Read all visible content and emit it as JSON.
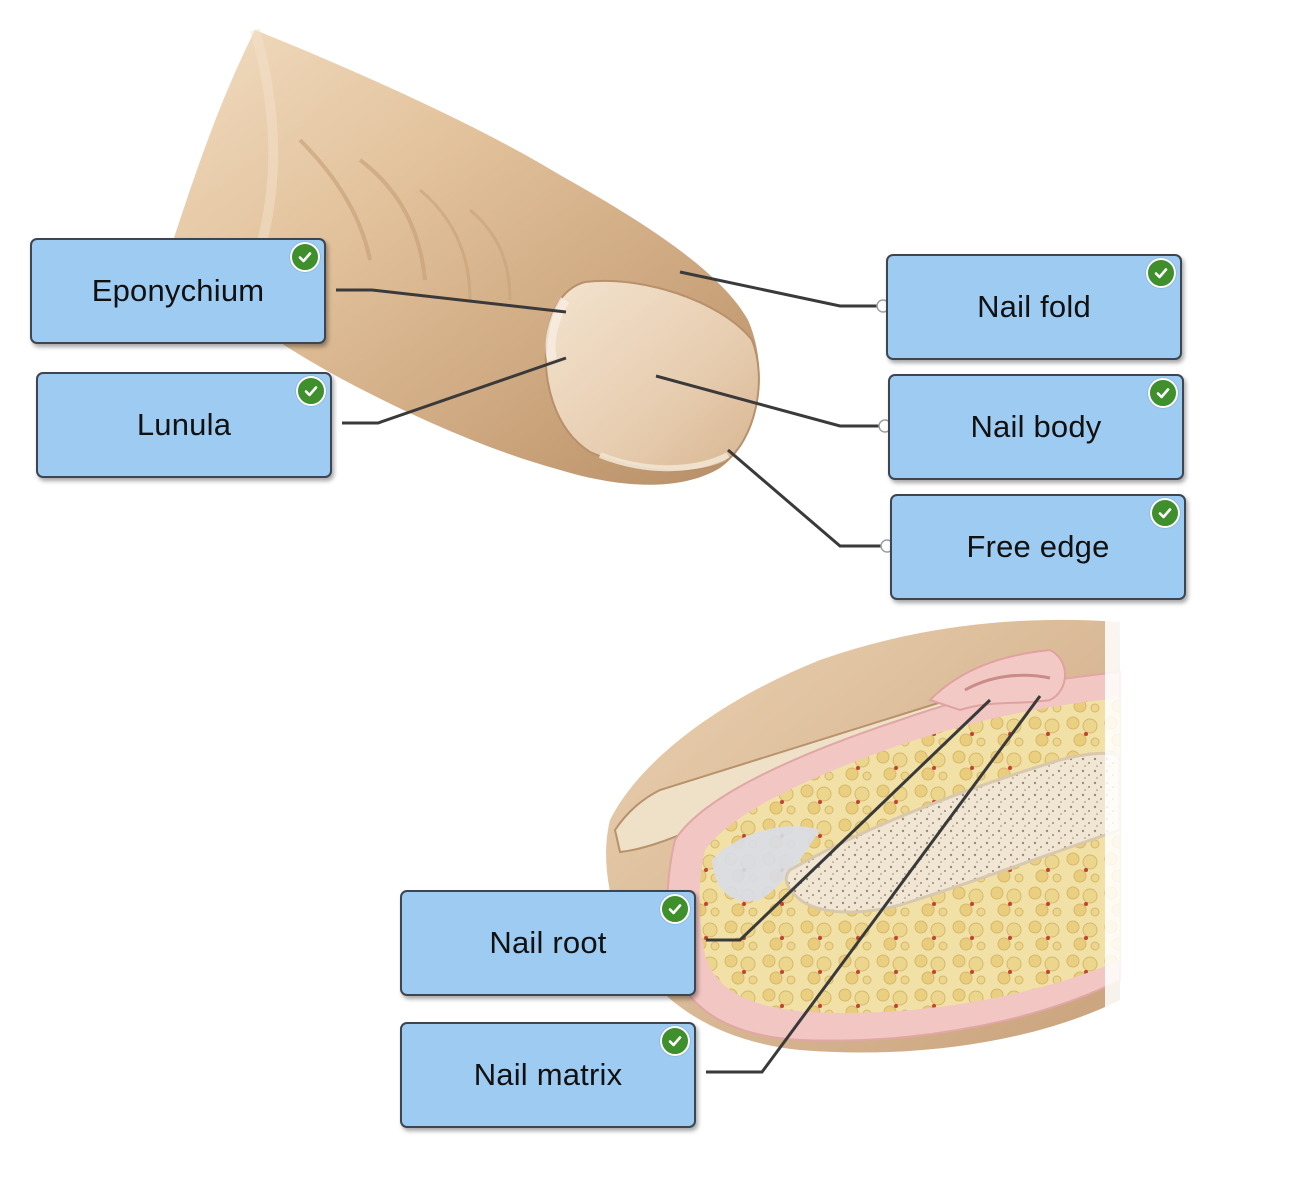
{
  "labels": {
    "eponychium": "Eponychium",
    "lunula": "Lunula",
    "nail_fold": "Nail fold",
    "nail_body": "Nail body",
    "free_edge": "Free edge",
    "nail_root": "Nail root",
    "nail_matrix": "Nail matrix"
  },
  "status": {
    "all_correct": true
  },
  "colors": {
    "label_fill": "#9ecbf2",
    "label_border": "#3d4650",
    "check": "#3f8f2c",
    "skin": "#e2c29c",
    "pink_tissue": "#f1c3c1",
    "fat": "#eedc9a",
    "bone": "#f4eadb"
  },
  "icons": [
    "check-circle-icon"
  ]
}
